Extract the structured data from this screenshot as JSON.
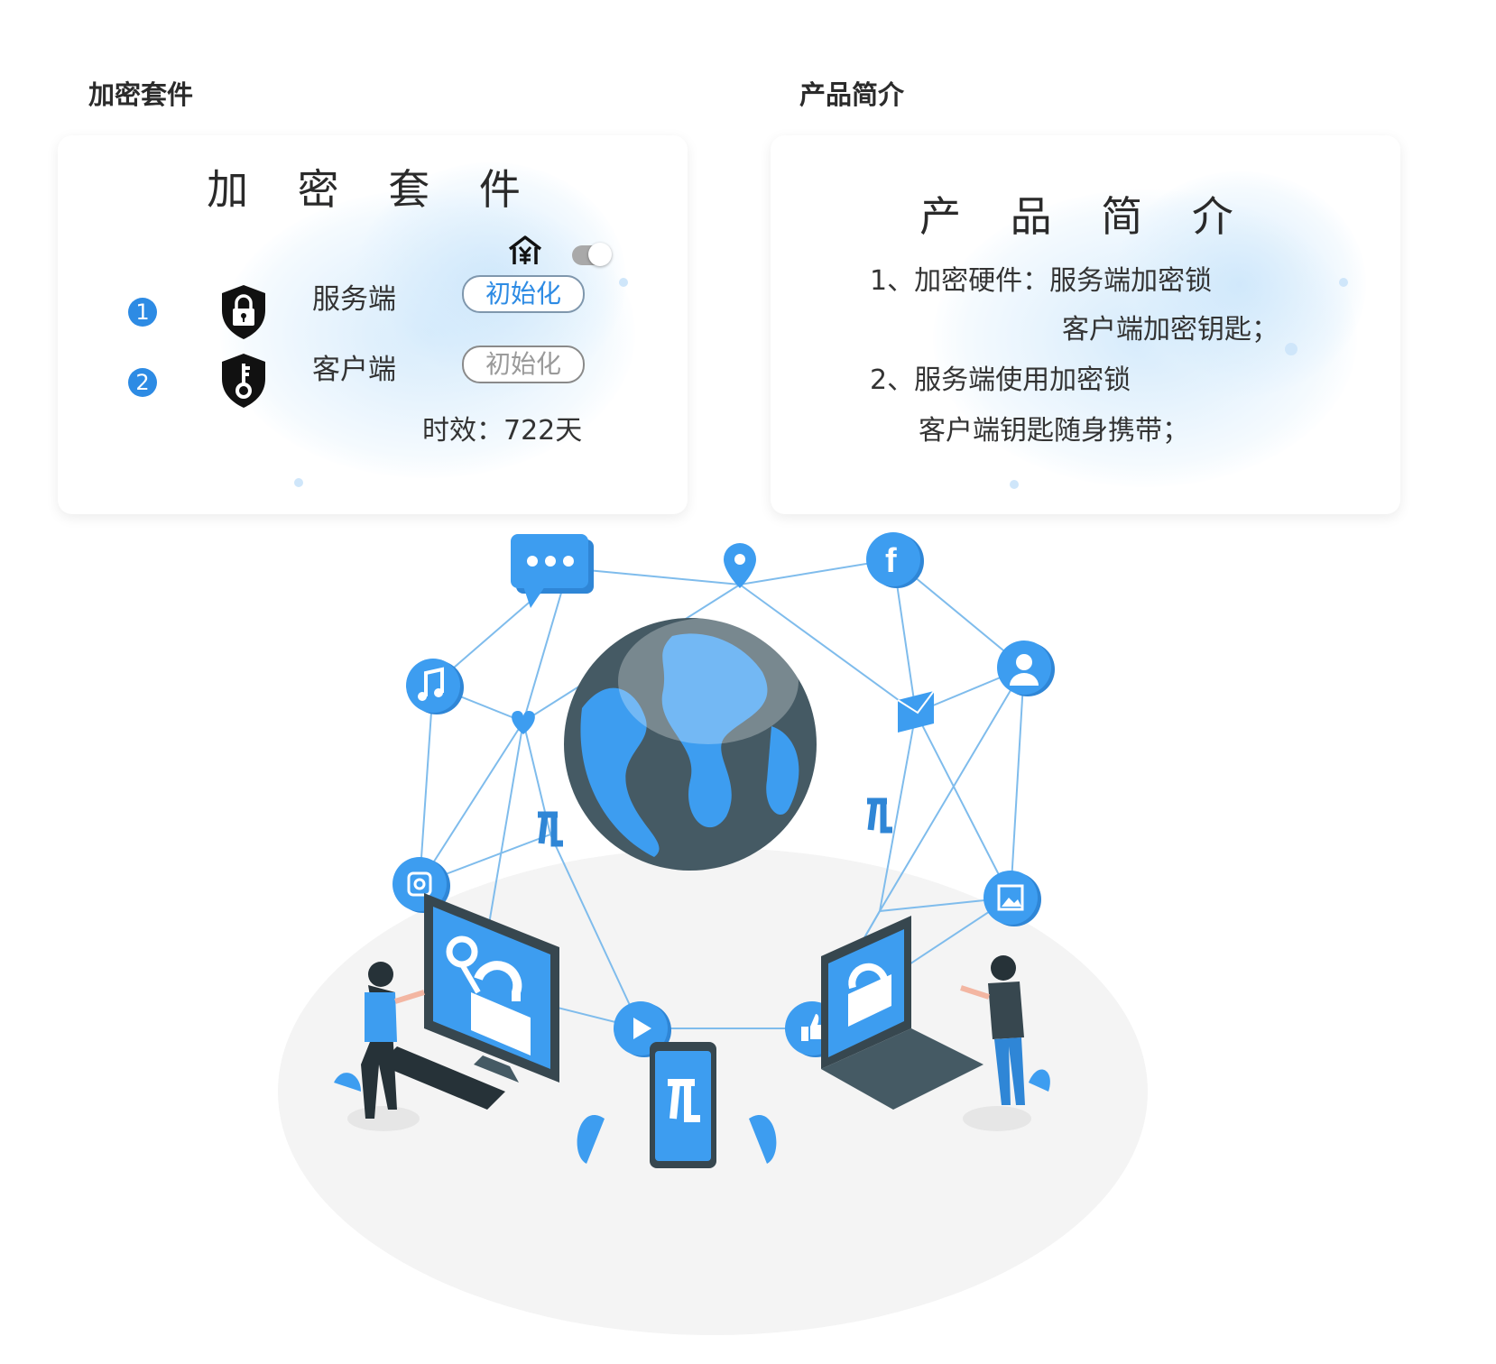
{
  "left_section": {
    "heading": "加密套件",
    "card_title": "加 密 套 件",
    "rows": [
      {
        "index": "1",
        "label": "服务端",
        "button": "初始化",
        "state": "active"
      },
      {
        "index": "2",
        "label": "客户端",
        "button": "初始化",
        "state": "inactive"
      }
    ],
    "validity": "时效：722天"
  },
  "right_section": {
    "heading": "产品简介",
    "card_title": "产 品 简 介",
    "lines": [
      "1、加密硬件：服务端加密锁",
      "客户端加密钥匙；",
      "2、服务端使用加密锁",
      "客户端钥匙随身携带；"
    ]
  },
  "icons": {
    "header": [
      "house-yuan-icon",
      "toggle-switch"
    ],
    "rows": [
      "shield-lock-icon",
      "shield-key-icon"
    ]
  },
  "colors": {
    "accent": "#2d8be4",
    "illustration_blue": "#3d9df0",
    "illustration_dark": "#37474f"
  }
}
